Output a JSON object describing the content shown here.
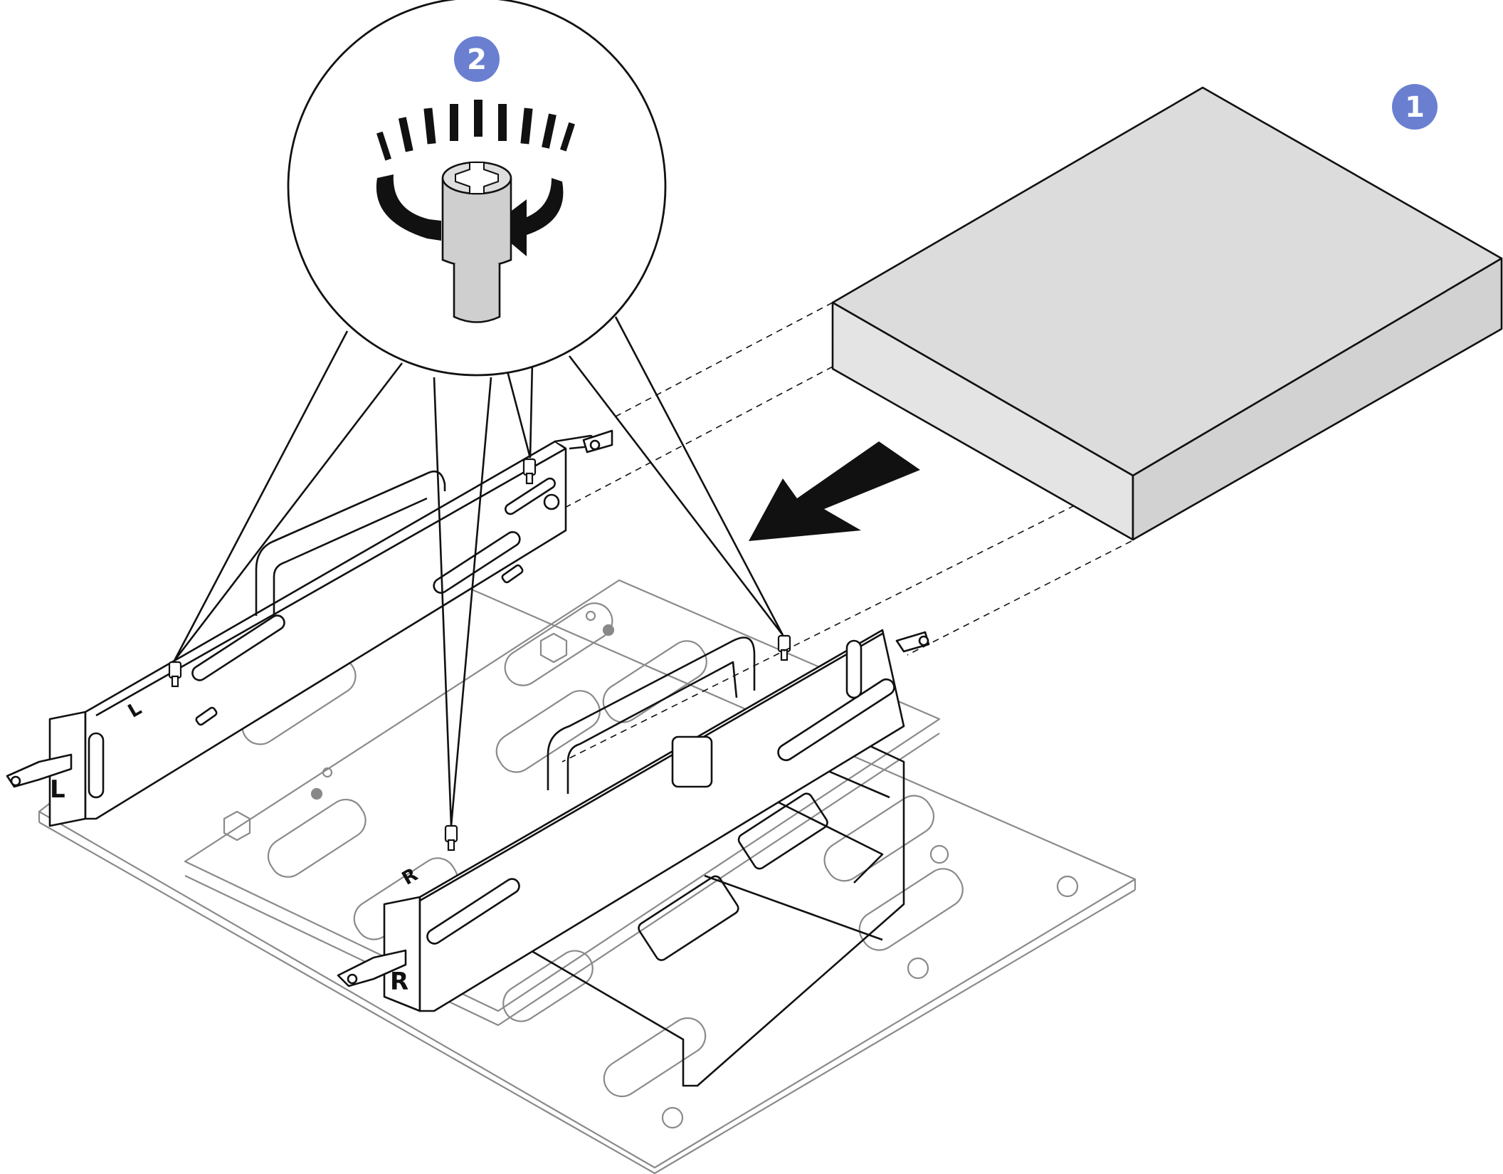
{
  "callouts": [
    {
      "number": "1",
      "meaning": "slide-drive-into-cage"
    },
    {
      "number": "2",
      "meaning": "tighten-thumbscrews"
    }
  ],
  "cage_labels": {
    "left": "L",
    "right": "R"
  },
  "colors": {
    "callout_fill": "#6b7fd1",
    "drive_top": "#dcdcdc",
    "drive_side": "#d0d0d0",
    "drive_front": "#e4e4e4",
    "screw_body": "#cfcfcf",
    "line": "#111111",
    "light_line": "#8a8a8a"
  }
}
